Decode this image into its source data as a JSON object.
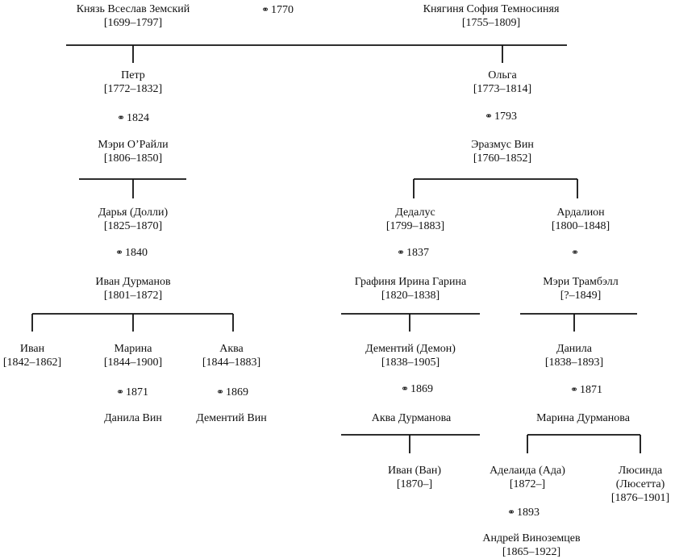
{
  "marriage_symbol": "⚭",
  "people": {
    "zemsky": {
      "name": "Князь Всеслав Земский",
      "dates": "[1699–1797]"
    },
    "sofia": {
      "name": "Княгиня София Темносиняя",
      "dates": "[1755–1809]"
    },
    "petr": {
      "name": "Петр",
      "dates": "[1772–1832]"
    },
    "olga": {
      "name": "Ольга",
      "dates": "[1773–1814]"
    },
    "mary_oreilly": {
      "name": "Мэри О’Райли",
      "dates": "[1806–1850]"
    },
    "erazmus": {
      "name": "Эразмус Вин",
      "dates": "[1760–1852]"
    },
    "darya": {
      "name": "Дарья (Долли)",
      "dates": "[1825–1870]"
    },
    "dedalus": {
      "name": "Дедалус",
      "dates": "[1799–1883]"
    },
    "ardalion": {
      "name": "Ардалион",
      "dates": "[1800–1848]"
    },
    "ivan_durmanov": {
      "name": "Иван Дурманов",
      "dates": "[1801–1872]"
    },
    "irina_garina": {
      "name": "Графиня Ирина Гарина",
      "dates": "[1820–1838]"
    },
    "mary_trumbull": {
      "name": "Мэри Трамбэлл",
      "dates": "[?–1849]"
    },
    "ivan": {
      "name": "Иван",
      "dates": "[1842–1862]"
    },
    "marina": {
      "name": "Марина",
      "dates": "[1844–1900]"
    },
    "aqua": {
      "name": "Аква",
      "dates": "[1844–1883]"
    },
    "dementiy": {
      "name": "Дементий (Демон)",
      "dates": "[1838–1905]"
    },
    "danila": {
      "name": "Данила",
      "dates": "[1838–1893]"
    },
    "danila_vin": {
      "name": "Данила Вин"
    },
    "dementiy_vin": {
      "name": "Дементий Вин"
    },
    "aqua_durmanova": {
      "name": "Аква Дурманова"
    },
    "marina_durmanova": {
      "name": "Марина Дурманова"
    },
    "van": {
      "name": "Иван (Ван)",
      "dates": "[1870–]"
    },
    "ada": {
      "name": "Аделаида (Ада)",
      "dates": "[1872–]"
    },
    "lucinda": {
      "name": "Люсинда",
      "name2": "(Люсетта)",
      "dates": "[1876–1901]"
    },
    "andrey": {
      "name": "Андрей Виноземцев",
      "dates": "[1865–1922]"
    }
  },
  "marriages": {
    "zemsky_sofia": "1770",
    "petr_mary": "1824",
    "olga_erazmus": "1793",
    "darya_ivan": "1840",
    "dedalus_irina": "1837",
    "ardalion_mary": "",
    "marina_danila_vin": "1871",
    "aqua_dementiy_vin": "1869",
    "dementiy_aqua": "1869",
    "danila_marina": "1871",
    "ada_andrey": "1893"
  }
}
